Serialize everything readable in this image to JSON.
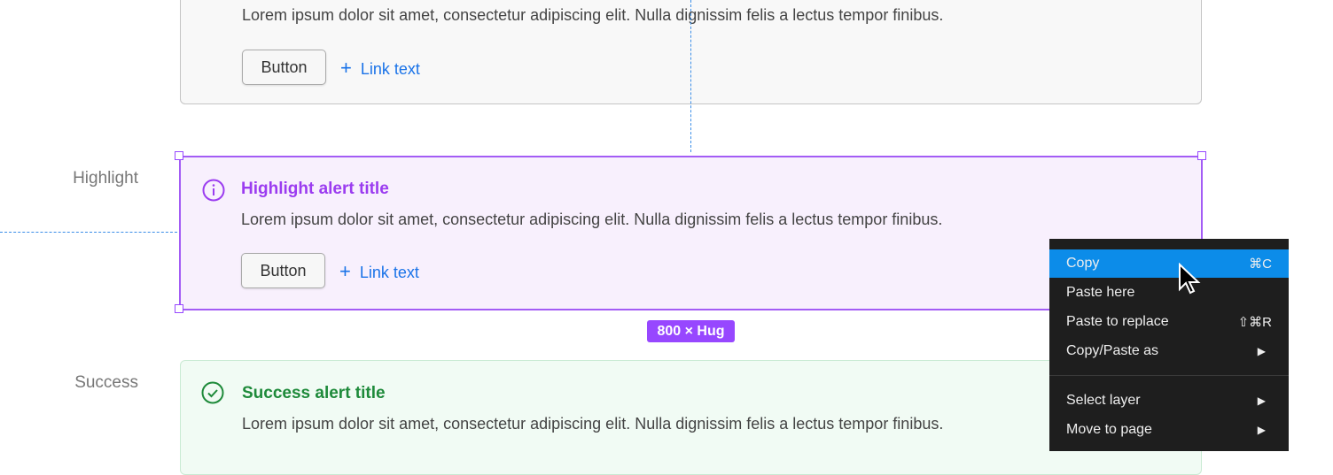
{
  "body_text": "Lorem ipsum dolor sit amet, consectetur adipiscing elit. Nulla dignissim felis a lectus tempor finibus.",
  "button_label": "Button",
  "link_label": "Link text",
  "highlight": {
    "label": "Highlight",
    "title": "Highlight alert title",
    "color": "#9b3cf0"
  },
  "success": {
    "label": "Success",
    "title": "Success alert title",
    "color": "#1e8a3a"
  },
  "size_badge": "800 × Hug",
  "menu": {
    "items": [
      {
        "label": "Copy",
        "shortcut": "⌘C"
      },
      {
        "label": "Paste here",
        "shortcut": ""
      },
      {
        "label": "Paste to replace",
        "shortcut": "⇧⌘R"
      },
      {
        "label": "Copy/Paste as",
        "shortcut": "▶"
      },
      {
        "label": "Select layer",
        "shortcut": "▶"
      },
      {
        "label": "Move to page",
        "shortcut": "▶"
      }
    ]
  }
}
